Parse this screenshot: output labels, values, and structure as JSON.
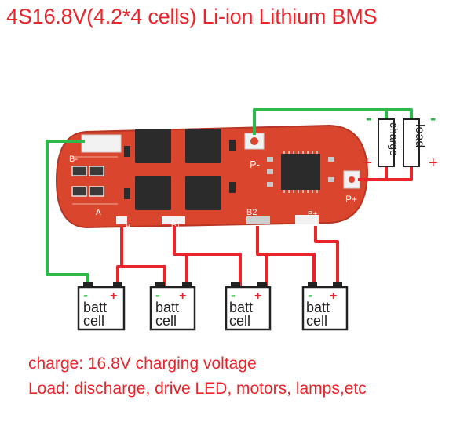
{
  "title": "4S16.8V(4.2*4 cells) Li-ion Lithium BMS",
  "notes": {
    "charge": "charge: 16.8V charging voltage",
    "load": "Load: discharge, drive LED, motors, lamps,etc"
  },
  "board": {
    "pad_b_minus": "B-",
    "pad_p_minus": "P-",
    "pad_p_plus": "P+",
    "pad_a": "A",
    "pad_b": "B",
    "pad_b1": "B1",
    "pad_b2": "B2",
    "pad_b_plus": "B+"
  },
  "external": {
    "charger_label": "charge",
    "load_label": "load",
    "minus_sign": "-",
    "plus_sign": "+"
  },
  "cells": [
    {
      "line1": "batt",
      "line2": "cell",
      "minus": "-",
      "plus": "+"
    },
    {
      "line1": "batt",
      "line2": "cell",
      "minus": "-",
      "plus": "+"
    },
    {
      "line1": "batt",
      "line2": "cell",
      "minus": "-",
      "plus": "+"
    },
    {
      "line1": "batt",
      "line2": "cell",
      "minus": "-",
      "plus": "+"
    }
  ],
  "colors": {
    "text_red": "#e8252b",
    "wire_red": "#e8252b",
    "wire_green": "#2db84a",
    "board": "#d9452d",
    "chip": "#2b2b2b"
  }
}
